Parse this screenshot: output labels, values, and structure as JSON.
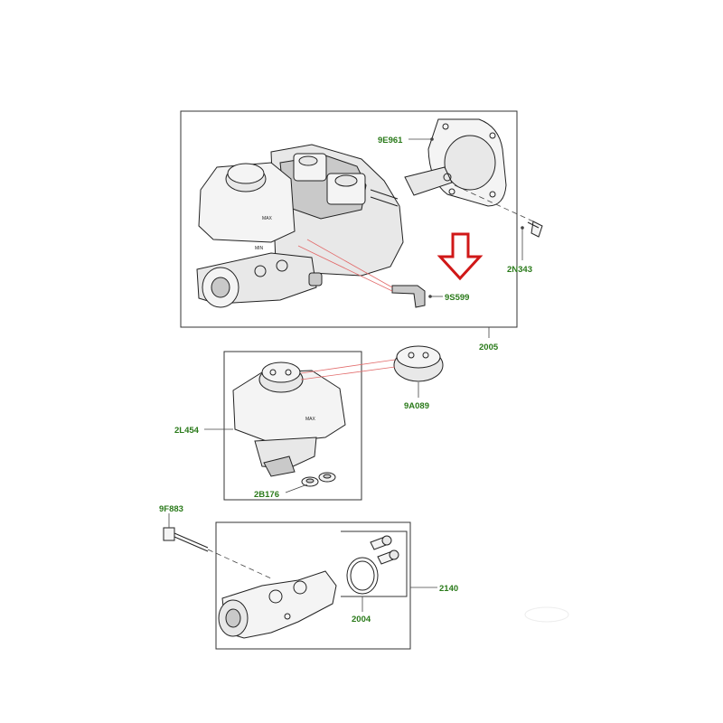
{
  "colors": {
    "callout_text": "#2a7a1a",
    "arrow": "#d01818",
    "connector": "#e26b6b"
  },
  "callouts": {
    "c9E961": "9E961",
    "c2N343": "2N343",
    "c9S599": "9S599",
    "c2005": "2005",
    "c9A089": "9A089",
    "c2L454": "2L454",
    "c2B176": "2B176",
    "c9F883": "9F883",
    "c2140": "2140",
    "c2004": "2004"
  },
  "marks": {
    "max_label": "MAX",
    "min_label": "MIN"
  },
  "icons": [
    "down-arrow-indicator-icon"
  ]
}
